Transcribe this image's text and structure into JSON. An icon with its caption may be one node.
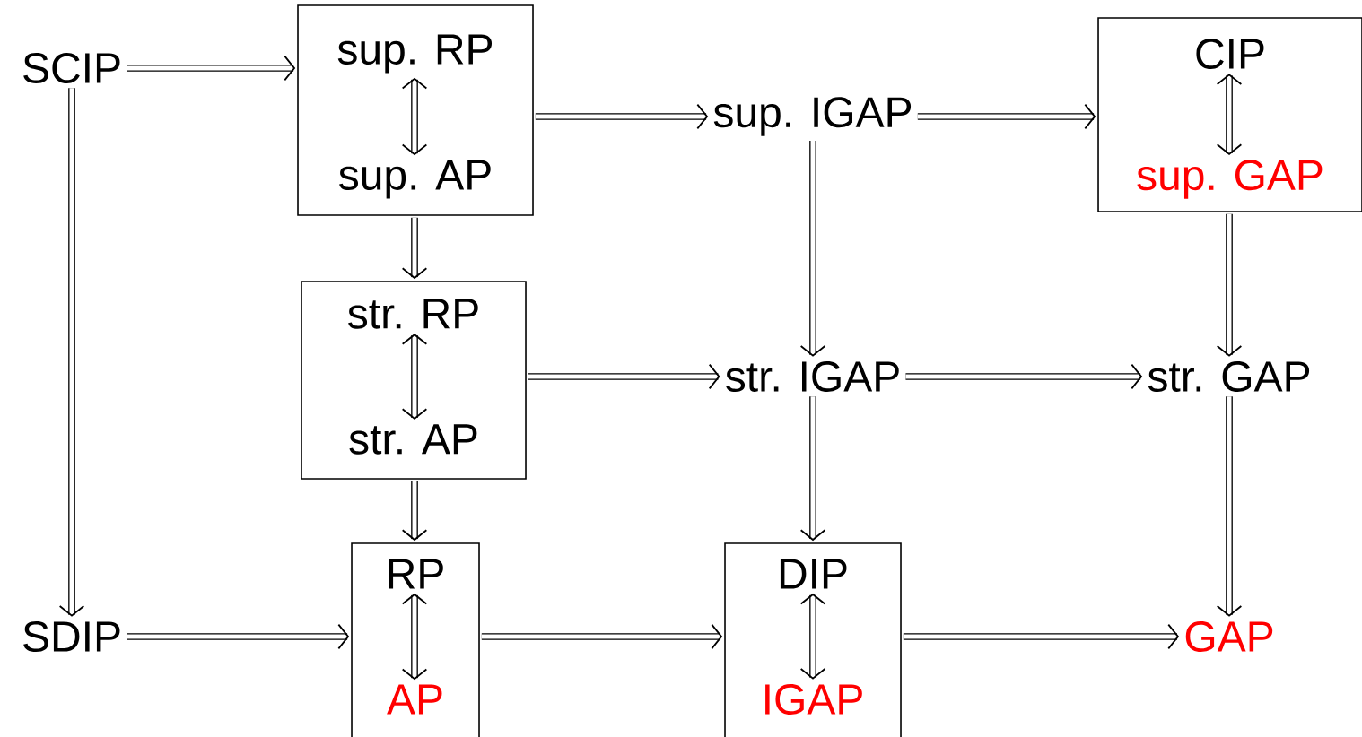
{
  "diagram": {
    "nodes": [
      {
        "text": [
          "SCIP"
        ]
      },
      {
        "text": [],
        "shape": "box"
      },
      {
        "text": [
          "sup. RP"
        ],
        "in": 1
      },
      {
        "text": [
          "sup. AP"
        ],
        "in": 1
      },
      {
        "text": [
          "sup. IGAP"
        ]
      },
      {
        "text": [],
        "shape": "box"
      },
      {
        "text": [
          "CIP"
        ],
        "in": 5
      },
      {
        "text": [
          "sup. GAP"
        ],
        "in": 5
      },
      {
        "text": [],
        "shape": "box"
      },
      {
        "text": [
          "str. RP"
        ],
        "in": 8
      },
      {
        "text": [
          "str. AP"
        ],
        "in": 8
      },
      {
        "text": [
          "str. IGAP"
        ]
      },
      {
        "text": [
          "str. GAP"
        ]
      },
      {
        "text": [
          "SDIP"
        ]
      },
      {
        "text": [],
        "shape": "box"
      },
      {
        "text": [
          "RP"
        ],
        "in": 14
      },
      {
        "text": [
          "AP"
        ],
        "in": 14
      },
      {
        "text": [],
        "shape": "box"
      },
      {
        "text": [
          "DIP"
        ],
        "in": 17
      },
      {
        "text": [
          "IGAP"
        ],
        "in": 17
      },
      {
        "text": [
          "GAP"
        ]
      }
    ],
    "edges": [
      {
        "from": 2,
        "to": 3,
        "arrow": "both"
      },
      {
        "from": 0,
        "to": 1,
        "arrow": "to"
      },
      {
        "from": 1,
        "to": 4,
        "arrow": "to"
      },
      {
        "from": 4,
        "to": 5,
        "arrow": "to"
      },
      {
        "from": 6,
        "to": 7,
        "arrow": "both"
      },
      {
        "from": 1,
        "to": 8,
        "arrow": "to"
      },
      {
        "from": 4,
        "to": 11,
        "arrow": "to"
      },
      {
        "from": 5,
        "to": 12,
        "arrow": "to"
      },
      {
        "from": 0,
        "to": 13,
        "arrow": "to"
      },
      {
        "from": 9,
        "to": 10,
        "arrow": "both"
      },
      {
        "from": 8,
        "to": 11,
        "arrow": "to"
      },
      {
        "from": 11,
        "to": 12,
        "arrow": "to"
      },
      {
        "from": 8,
        "to": 14,
        "arrow": "to"
      },
      {
        "from": 11,
        "to": 17,
        "arrow": "to"
      },
      {
        "from": 12,
        "to": 20,
        "arrow": "to"
      },
      {
        "from": 13,
        "to": 14,
        "arrow": "to"
      },
      {
        "from": 15,
        "to": 16,
        "arrow": "both"
      },
      {
        "from": 14,
        "to": 17,
        "arrow": "to"
      },
      {
        "from": 18,
        "to": 19,
        "arrow": "both"
      },
      {
        "from": 17,
        "to": 20,
        "arrow": "to"
      }
    ]
  }
}
